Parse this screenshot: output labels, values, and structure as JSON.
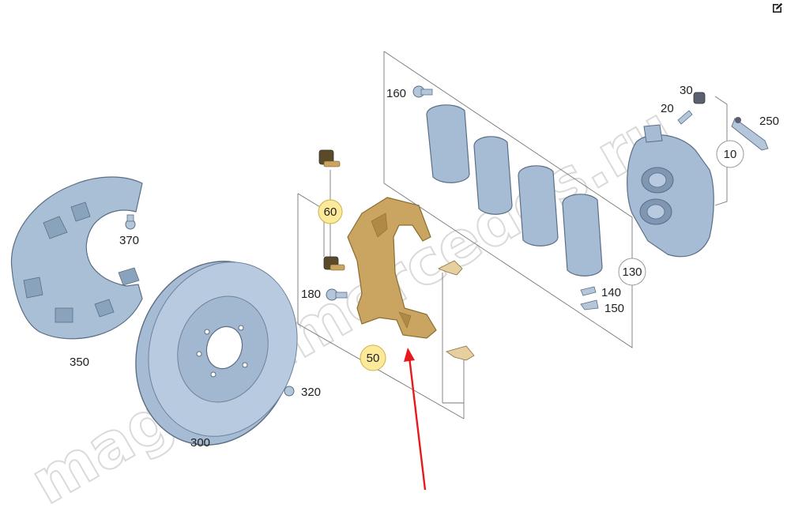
{
  "watermark": "magazinmercedes.ru",
  "toolbar": {
    "edit_icon": "edit-icon"
  },
  "labels": {
    "l10": "10",
    "l20": "20",
    "l30": "30",
    "l50": "50",
    "l60": "60",
    "l130": "130",
    "l140": "140",
    "l150": "150",
    "l160": "160",
    "l180": "180",
    "l250": "250",
    "l300": "300",
    "l320": "320",
    "l350": "350",
    "l370": "370"
  },
  "highlighted_callouts": [
    "50",
    "60"
  ],
  "colors": {
    "highlight_fill": "#fce99a",
    "part_blue": "#a6bcd4",
    "part_outline": "#5b6e85",
    "bracket_gold": "#c9a561",
    "arrow_red": "#e8191a"
  }
}
